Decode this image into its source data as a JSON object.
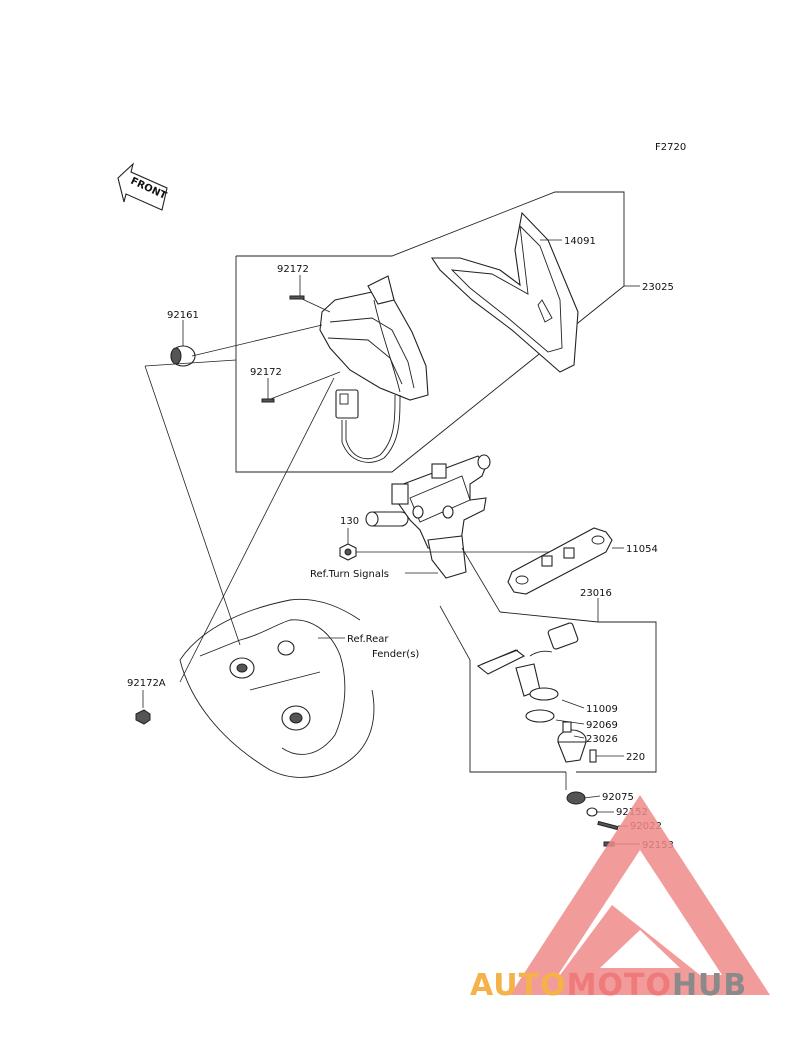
{
  "diagram_code": "F2720",
  "front_label": "FRONT",
  "parts": {
    "p14091": "14091",
    "p23025": "23025",
    "p92172_a": "92172",
    "p92172_b": "92172",
    "p92161": "92161",
    "p130": "130",
    "p11054": "11054",
    "p23016": "23016",
    "p11009": "11009",
    "p92069": "92069",
    "p23026": "23026",
    "p220": "220",
    "p92172A": "92172A",
    "p92075": "92075",
    "p92152": "92152",
    "p92022": "92022",
    "p92153": "92153"
  },
  "refs": {
    "turn_signals": "Ref.Turn Signals",
    "rear_fender_line1": "Ref.Rear",
    "rear_fender_line2": "Fender(s)"
  },
  "watermark": {
    "part1": "AUTO",
    "part2": "MOTO",
    "part3": "HUB",
    "color_auto": "#f5b24a",
    "color_moto": "#ee7a7a",
    "color_hub": "#8a8a8a"
  }
}
